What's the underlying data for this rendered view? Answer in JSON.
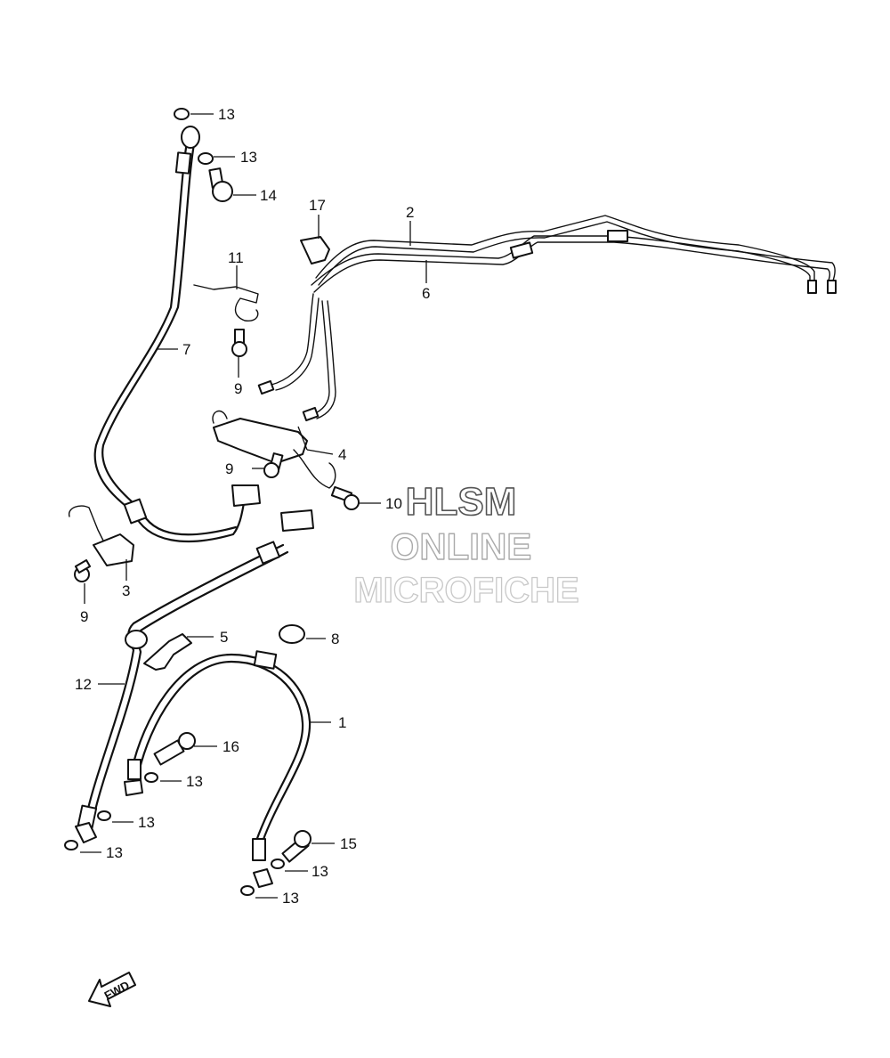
{
  "callouts": {
    "c13a": "13",
    "c13b": "13",
    "c14": "14",
    "c17": "17",
    "c2": "2",
    "c6": "6",
    "c11": "11",
    "c7": "7",
    "c9a": "9",
    "c4": "4",
    "c9b": "9",
    "c10": "10",
    "c3": "3",
    "c9c": "9",
    "c5": "5",
    "c8": "8",
    "c12": "12",
    "c1": "1",
    "c16": "16",
    "c13c": "13",
    "c13d": "13",
    "c13e": "13",
    "c15": "15",
    "c13f": "13",
    "c13g": "13"
  },
  "watermark": {
    "line1": "HLSM",
    "line2": "ONLINE",
    "line3": "MICROFICHE"
  },
  "fwd_arrow": "FWD"
}
